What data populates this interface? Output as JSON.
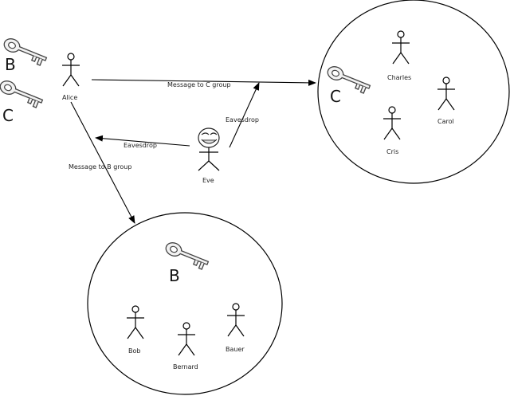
{
  "people": {
    "alice": "Alice",
    "eve": "Eve",
    "charles": "Charles",
    "carol": "Carol",
    "cris": "Cris",
    "bob": "Bob",
    "bernard": "Bernard",
    "bauer": "Bauer"
  },
  "keys": {
    "alice_b": "B",
    "alice_c": "C",
    "group_c": "C",
    "group_b": "B"
  },
  "arrows": {
    "msg_c": "Message to C group",
    "msg_b": "Message to B group",
    "eaves_up": "Eavesdrop",
    "eaves_left": "Eavesdrop"
  },
  "icons": {
    "key": "key-icon",
    "person": "stick-figure-icon",
    "troll": "troll-face-icon"
  }
}
